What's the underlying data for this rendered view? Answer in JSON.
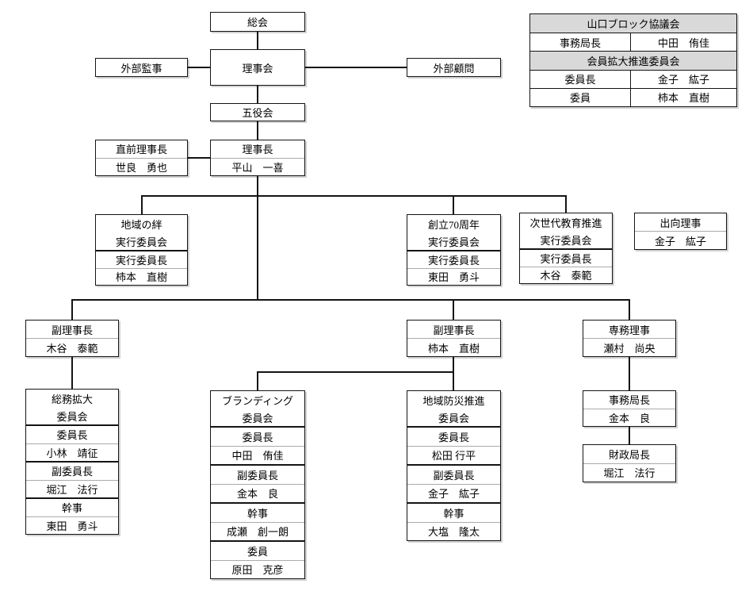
{
  "colors": {
    "line": "#141414",
    "table_header_bg": "#d9d9d9",
    "box_bg": "#ffffff"
  },
  "nodes": {
    "soukai": "総会",
    "rijikai": "理事会",
    "gaibu_kanji": "外部監事",
    "gaibu_komon": "外部顧問",
    "goyakukai": "五役会"
  },
  "leader_boxes": {
    "chokuzen": {
      "role": "直前理事長",
      "name": "世良　勇也"
    },
    "rijicho": {
      "role": "理事長",
      "name": "平山　一喜"
    },
    "shukko": {
      "role": "出向理事",
      "name": "金子　紘子"
    },
    "fuku_left": {
      "role": "副理事長",
      "name": "木谷　泰範"
    },
    "fuku_center": {
      "role": "副理事長",
      "name": "柿本　直樹"
    },
    "senmu": {
      "role": "専務理事",
      "name": "瀬村　尚央"
    },
    "jimukyoku": {
      "role": "事務局長",
      "name": "金本　良"
    },
    "zaisei": {
      "role": "財政局長",
      "name": "堀江　法行"
    }
  },
  "side_table": {
    "header1": "山口ブロック協議会",
    "row1": {
      "role": "事務局長",
      "name": "中田　侑佳"
    },
    "header2": "会員拡大推進委員会",
    "row2": {
      "role": "委員長",
      "name": "金子　紘子"
    },
    "row3": {
      "role": "委員",
      "name": "柿本　直樹"
    }
  },
  "mid_committees": [
    {
      "line1": "地域の絆",
      "line2": "実行委員会",
      "role": "実行委員長",
      "name": "柿本　直樹"
    },
    {
      "line1": "創立70周年",
      "line2": "実行委員会",
      "role": "実行委員長",
      "name": "東田　勇斗"
    },
    {
      "line1": "次世代教育推進",
      "line2": "実行委員会",
      "role": "実行委員長",
      "name": "木谷　泰範"
    }
  ],
  "bottom_committees": [
    {
      "line1": "総務拡大",
      "line2": "委員会",
      "pairs": [
        {
          "role": "委員長",
          "name": "小林　靖征"
        },
        {
          "role": "副委員長",
          "name": "堀江　法行"
        },
        {
          "role": "幹事",
          "name": "東田　勇斗"
        }
      ]
    },
    {
      "line1": "ブランディング",
      "line2": "委員会",
      "pairs": [
        {
          "role": "委員長",
          "name": "中田　侑佳"
        },
        {
          "role": "副委員長",
          "name": "金本　良"
        },
        {
          "role": "幹事",
          "name": "成瀬　創一朗"
        },
        {
          "role": "委員",
          "name": "原田　克彦"
        }
      ]
    },
    {
      "line1": "地域防災推進",
      "line2": "委員会",
      "pairs": [
        {
          "role": "委員長",
          "name": "松田 行平"
        },
        {
          "role": "副委員長",
          "name": "金子　紘子"
        },
        {
          "role": "幹事",
          "name": "大塩　隆太"
        }
      ]
    }
  ]
}
